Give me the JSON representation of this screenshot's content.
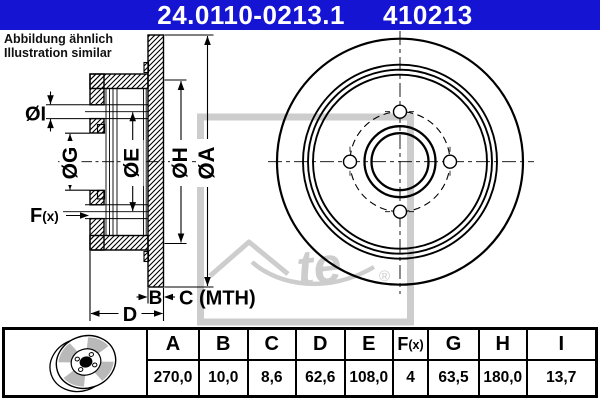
{
  "header": {
    "part_number": "24.0110-0213.1",
    "ref_number": "410213",
    "bar_color": "#1414d2"
  },
  "note": {
    "line1": "Abbildung ähnlich",
    "line2": "Illustration similar"
  },
  "diagram": {
    "labels": {
      "dia_i": "ØI",
      "dia_g": "ØG",
      "dia_e": "ØE",
      "dia_h": "ØH",
      "dia_a": "ØA",
      "f_main": "F",
      "f_sub": "(x)",
      "b": "B",
      "c": "C (MTH)",
      "d": "D"
    },
    "watermark": {
      "script": "te",
      "registered": "®",
      "color": "#cdcdcd"
    }
  },
  "table": {
    "columns": [
      {
        "label": "A",
        "value": "270,0"
      },
      {
        "label": "B",
        "value": "10,0"
      },
      {
        "label": "C",
        "value": "8,6"
      },
      {
        "label": "D",
        "value": "62,6"
      },
      {
        "label": "E",
        "value": "108,0"
      },
      {
        "label_main": "F",
        "label_sub": "(x)",
        "value": "4"
      },
      {
        "label": "G",
        "value": "63,5"
      },
      {
        "label": "H",
        "value": "180,0"
      },
      {
        "label": "I",
        "value": "13,7"
      }
    ]
  }
}
